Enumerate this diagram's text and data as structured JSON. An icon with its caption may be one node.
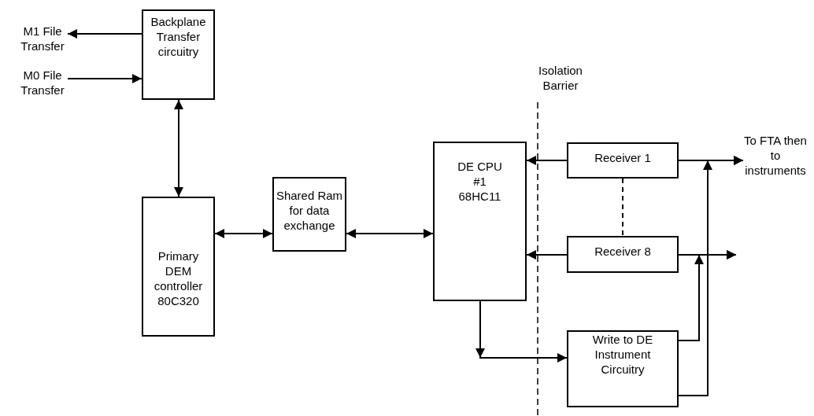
{
  "diagram": {
    "nodes": [
      {
        "text": [
          "Backplane Transfer circuitry"
        ]
      },
      {
        "text": [
          "M1 File Transfer"
        ]
      },
      {
        "text": [
          "M0 File Transfer"
        ]
      },
      {
        "text": [
          "Primary DEM controller 80C320"
        ]
      },
      {
        "text": [
          "Shared Ram for data exchange"
        ]
      },
      {
        "text": [
          "DE CPU #1 68HC11"
        ]
      },
      {
        "text": [
          "Receiver 1"
        ]
      },
      {
        "text": [
          "Receiver 8"
        ]
      },
      {
        "text": [
          "Write to DE Instrument Circuitry"
        ]
      },
      {
        "text": [
          "To FTA then to instruments"
        ]
      }
    ],
    "edges": [
      {
        "from": 0,
        "to": 1,
        "arrow": "to"
      },
      {
        "from": 2,
        "to": 0,
        "arrow": "to"
      },
      {
        "from": 0,
        "to": 3,
        "arrow": "both"
      },
      {
        "from": 3,
        "to": 4,
        "arrow": "both"
      },
      {
        "from": 4,
        "to": 5,
        "arrow": "both"
      },
      {
        "from": 6,
        "to": 5,
        "arrow": "to"
      },
      {
        "from": 7,
        "to": 5,
        "arrow": "to"
      },
      {
        "from": 5,
        "to": 8,
        "arrow": "to"
      },
      {
        "from": 6,
        "to": 9,
        "arrow": "to"
      },
      {
        "from": 7,
        "to": null,
        "arrow": "to"
      },
      {
        "from": 8,
        "to": 9,
        "arrow": "to"
      },
      {
        "from": 8,
        "to": null,
        "arrow": "to"
      },
      {
        "from": 6,
        "to": 7,
        "arrow": "none",
        "style": "dashed"
      }
    ],
    "labels": [
      "Isolation Barrier"
    ]
  }
}
